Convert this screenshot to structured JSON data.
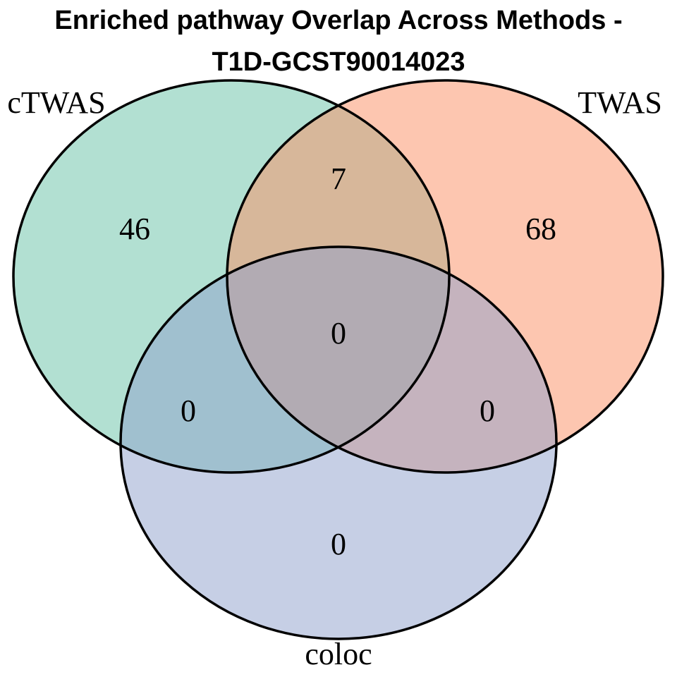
{
  "title": {
    "line1": "Enriched pathway Overlap Across Methods -",
    "line2": "T1D-GCST90014023"
  },
  "sets": [
    {
      "name": "cTWAS",
      "color": "#66c2a5"
    },
    {
      "name": "TWAS",
      "color": "#fc8d62"
    },
    {
      "name": "coloc",
      "color": "#8da0cb"
    }
  ],
  "regions": {
    "ctwas_only": "46",
    "twas_only": "68",
    "coloc_only": "0",
    "ctwas_twas": "7",
    "ctwas_coloc": "0",
    "twas_coloc": "0",
    "all_three": "0"
  },
  "style": {
    "fill_opacity": 0.5,
    "stroke": "#000000"
  }
}
